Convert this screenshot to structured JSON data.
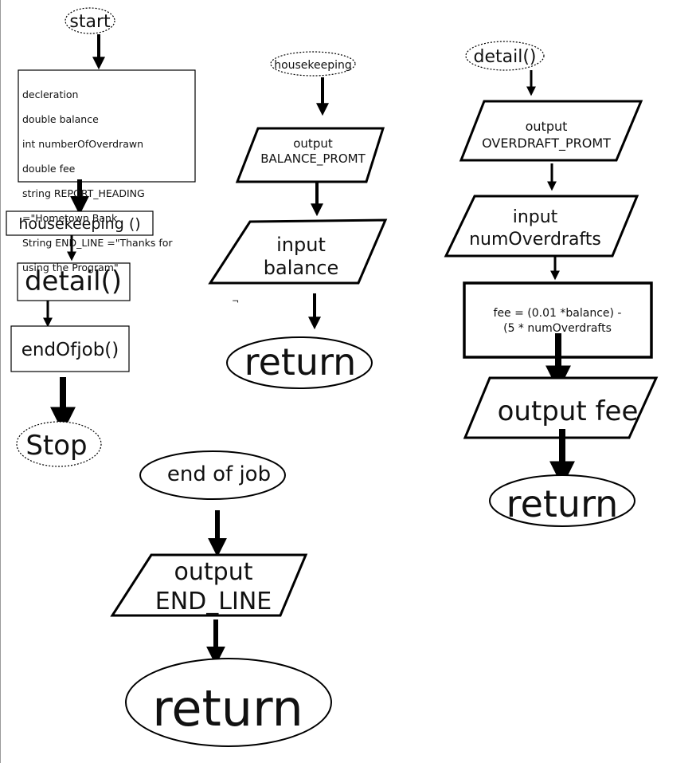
{
  "main": {
    "start": "start",
    "declaration_lines": [
      "decleration",
      "double balance",
      "int numberOfOverdrawn",
      "double fee",
      "string REPORT_HEADING",
      "=\"Hometown Bank",
      "String END_LINE =\"Thanks for",
      "using the Program\""
    ],
    "housekeeping_call": "housekeeping ()",
    "detail_call": "detail()",
    "end_call": "endOfjob()",
    "stop": "Stop"
  },
  "housekeeping": {
    "title": "housekeeping",
    "output_line1": "output",
    "output_line2": "BALANCE_PROMT",
    "input_line1": "input",
    "input_line2": "balance",
    "stray_mark": "¬",
    "return": "return"
  },
  "detail": {
    "title": "detail()",
    "output_line1": "output",
    "output_line2": "OVERDRAFT_PROMT",
    "input_line1": "input",
    "input_line2": "numOverdrafts",
    "calc_line1": "fee = (0.01 *balance) -",
    "calc_line2": "(5 * numOverdrafts",
    "output_fee": "output fee",
    "return": "return"
  },
  "end_of_job": {
    "title": "end of job",
    "output_line1": "output",
    "output_line2": "END_LINE",
    "return": "return"
  }
}
